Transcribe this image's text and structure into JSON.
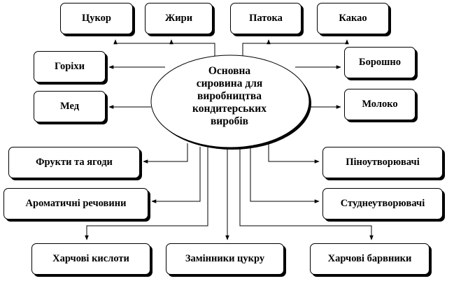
{
  "center": {
    "lines": [
      "Основна",
      "сировина для",
      "виробництва",
      "кондитерських",
      "виробів"
    ]
  },
  "nodes": {
    "sugar": "Цукор",
    "fats": "Жири",
    "molasses": "Патока",
    "cocoa": "Какао",
    "nuts": "Горіхи",
    "flour": "Борошно",
    "honey": "Мед",
    "milk": "Молоко",
    "fruits": "Фрукти та ягоди",
    "foaming": "Піноутворювачі",
    "aromatic": "Ароматичні речовини",
    "gelling": "Студнеутворювачі",
    "acids": "Харчові кислоти",
    "sweeteners": "Замінники цукру",
    "dyes": "Харчові барвники"
  }
}
